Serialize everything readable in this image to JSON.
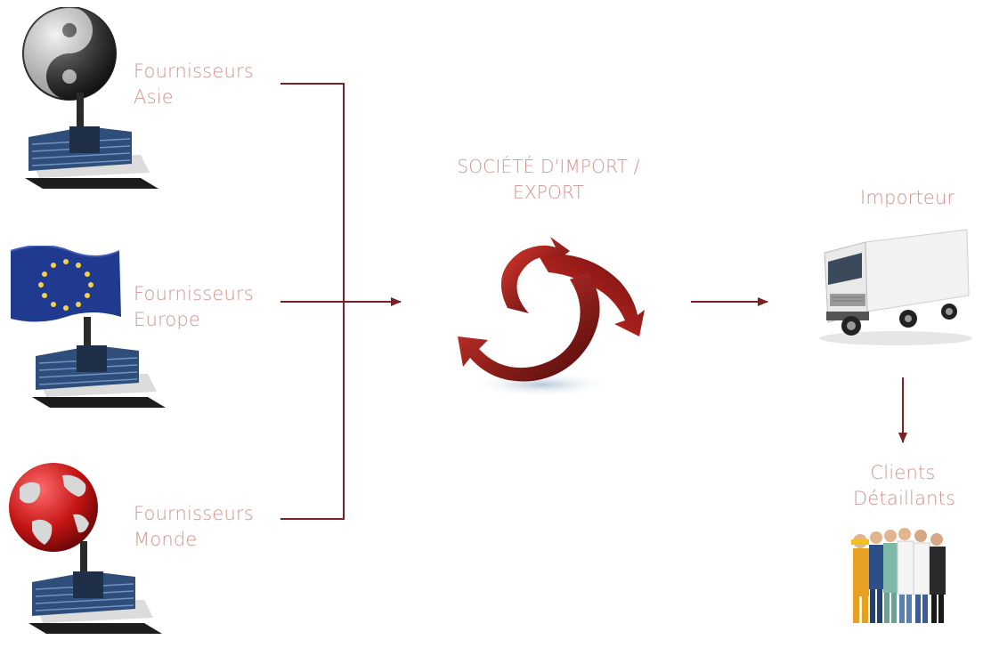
{
  "suppliers": [
    {
      "line1": "Fournisseurs",
      "line2": "Asie"
    },
    {
      "line1": "Fournisseurs",
      "line2": "Europe"
    },
    {
      "line1": "Fournisseurs",
      "line2": "Monde"
    }
  ],
  "company": {
    "line1": "SOCIÉTÉ D'IMPORT /",
    "line2": "EXPORT"
  },
  "importer": {
    "label": "Importeur"
  },
  "clients": {
    "line1": "Clients",
    "line2": "Détaillants"
  },
  "colors": {
    "connector": "#7a1f22",
    "label_text": "#d4928f",
    "accent_red": "#c01d22"
  },
  "icons": [
    "yin-yang-icon",
    "factory-icon",
    "eu-flag-icon",
    "globe-icon",
    "exchange-arrows-icon",
    "truck-icon",
    "people-group-icon"
  ]
}
